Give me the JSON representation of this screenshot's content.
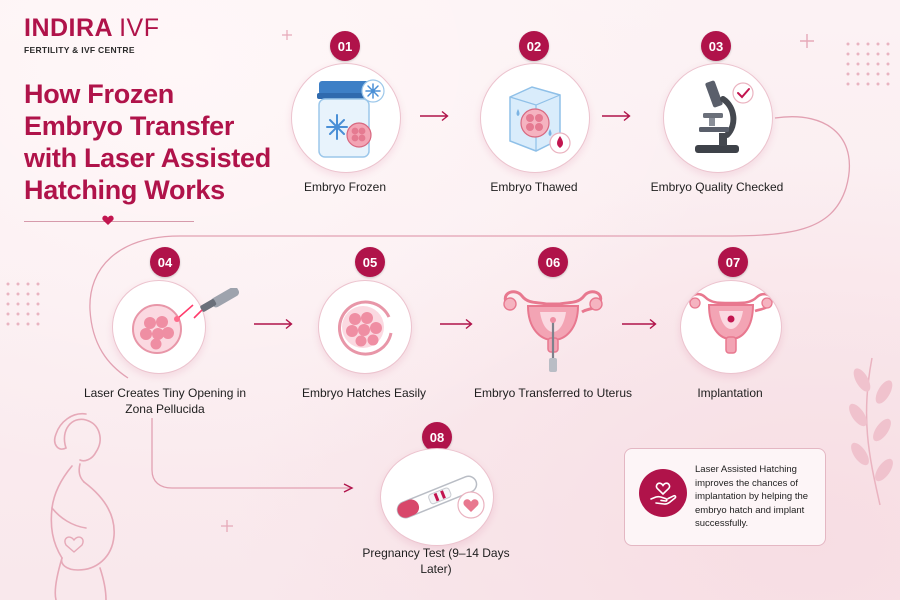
{
  "brand": {
    "name": "INDIRA",
    "suffix": "IVF",
    "tagline": "FERTILITY & IVF CENTRE"
  },
  "title": "How Frozen Embryo Transfer with Laser Assisted Hatching Works",
  "colors": {
    "primary": "#b0134a",
    "accent_pink": "#e8788f",
    "light_pink": "#f5c9d3",
    "background": "#fbeef1"
  },
  "steps": [
    {
      "number": "01",
      "label": "Embryo Frozen",
      "icon": "frozen-embryo-jar-icon"
    },
    {
      "number": "02",
      "label": "Embryo Thawed",
      "icon": "thawed-embryo-ice-cube-icon"
    },
    {
      "number": "03",
      "label": "Embryo Quality Checked",
      "icon": "microscope-icon"
    },
    {
      "number": "04",
      "label": "Laser Creates Tiny Opening in Zona Pellucida",
      "icon": "laser-embryo-icon"
    },
    {
      "number": "05",
      "label": "Embryo Hatches Easily",
      "icon": "hatching-embryo-icon"
    },
    {
      "number": "06",
      "label": "Embryo Transferred to Uterus",
      "icon": "uterus-transfer-icon"
    },
    {
      "number": "07",
      "label": "Implantation",
      "icon": "uterus-implantation-icon"
    },
    {
      "number": "08",
      "label": "Pregnancy Test (9–14 Days Later)",
      "icon": "pregnancy-test-icon"
    }
  ],
  "note": {
    "icon": "heart-in-hand-icon",
    "text": "Laser Assisted Hatching improves the chances of implantation by helping the embryo hatch and implant successfully."
  }
}
